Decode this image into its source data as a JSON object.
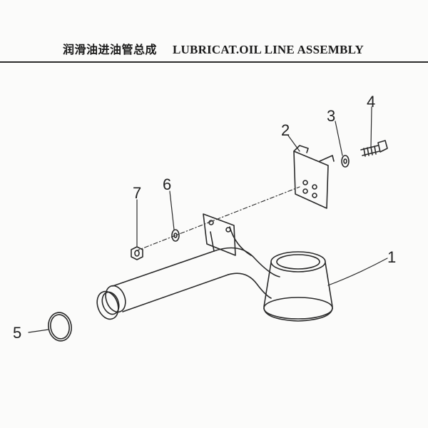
{
  "title": {
    "chinese": "润滑油进油管总成",
    "english": "LUBRICAT.OIL LINE ASSEMBLY"
  },
  "callouts": [
    "1",
    "2",
    "3",
    "4",
    "5",
    "6",
    "7"
  ],
  "colors": {
    "line": "#2a2a2a",
    "paper": "#fbfbfa"
  }
}
